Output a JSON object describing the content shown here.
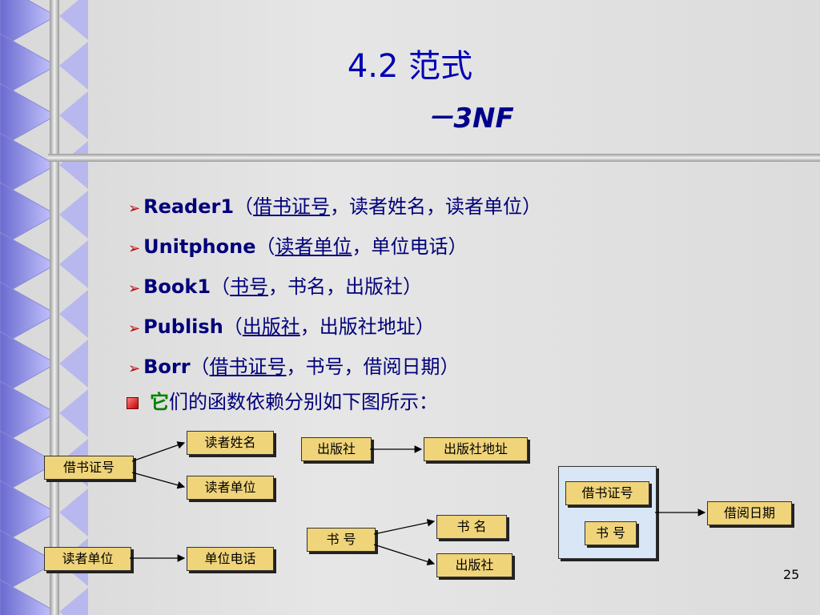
{
  "title": "4.2 范式",
  "subtitle": "－3NF",
  "bullets": [
    {
      "rel": "Reader1",
      "open": "（",
      "key": "借书证号",
      "rest": "，读者姓名，读者单位）"
    },
    {
      "rel": "Unitphone",
      "open": "（",
      "key": "读者单位",
      "rest": "，单位电话）"
    },
    {
      "rel": "Book1",
      "open": "（",
      "key": "书号",
      "rest": "，书名，出版社）"
    },
    {
      "rel": "Publish",
      "open": "（",
      "key": "出版社",
      "rest": "，出版社地址）"
    },
    {
      "rel": "Borr",
      "open": "（",
      "key": "借书证号",
      "rest": "，书号，借阅日期）"
    }
  ],
  "note": {
    "highlight": "它",
    "text": "们的函数依赖分别如下图所示："
  },
  "diagram": {
    "box1": "借书证号",
    "box2": "读者姓名",
    "box3": "读者单位",
    "box4": "读者单位",
    "box5": "单位电话",
    "box6": "出版社",
    "box7": "出版社地址",
    "box8": "书 号",
    "box9": "书 名",
    "box10": "出版社",
    "box11": "借书证号",
    "box12": "书 号",
    "box13": "借阅日期"
  },
  "page_number": "25"
}
